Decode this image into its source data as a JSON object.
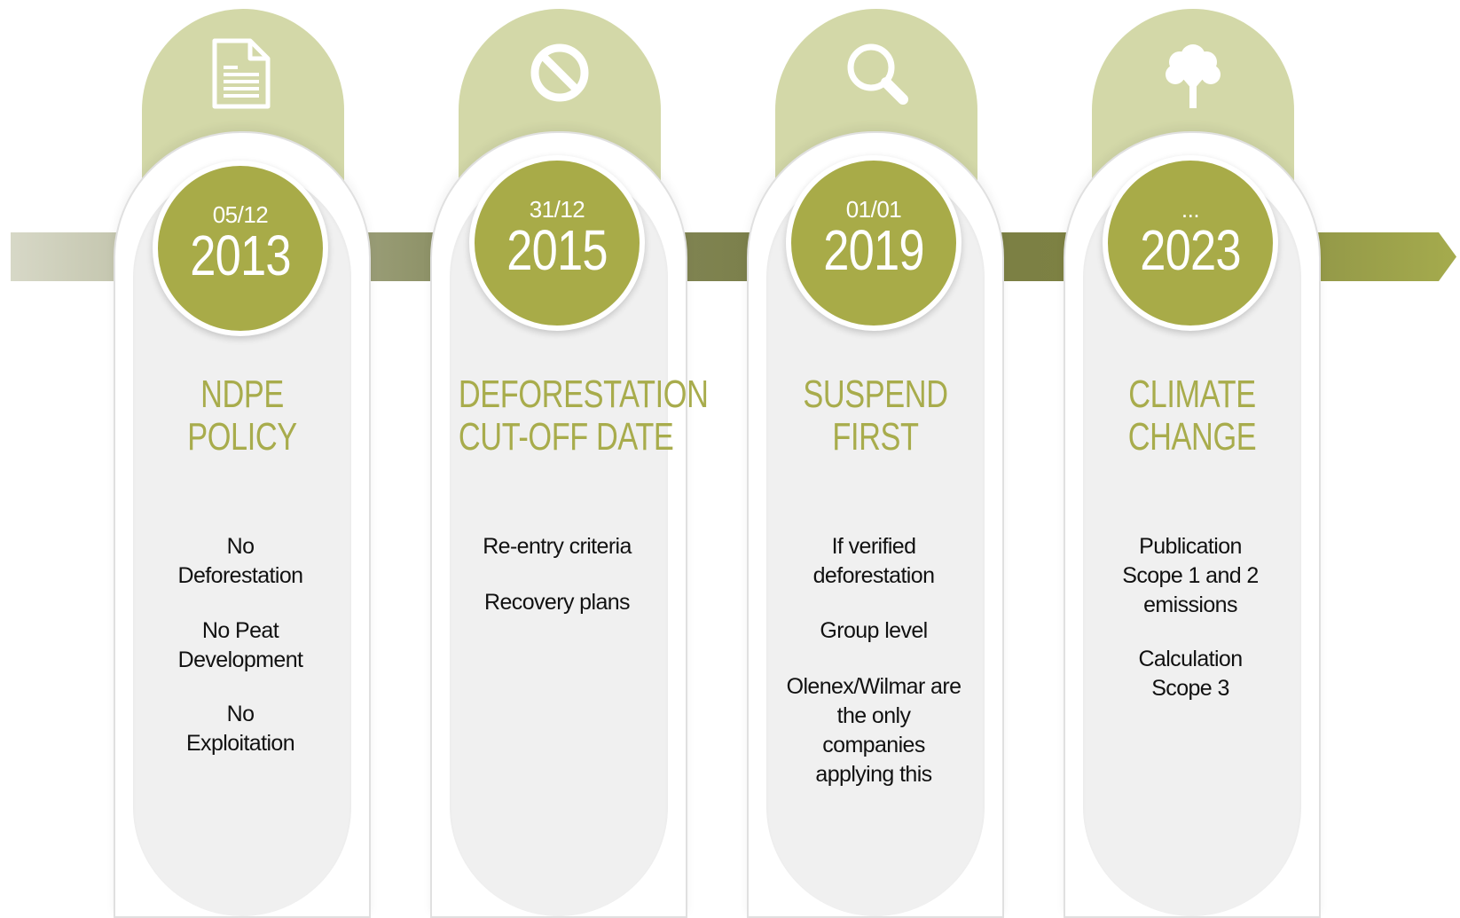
{
  "colors": {
    "olive": "#a8ab48",
    "tab": "#d3d8a8",
    "title": "#a8ac4c"
  },
  "milestones": [
    {
      "icon": "document-icon",
      "date": "05/12",
      "year": "2013",
      "title_lines": [
        "NDPE",
        "POLICY"
      ],
      "items": [
        "No\nDeforestation",
        "No Peat\nDevelopment",
        "No\nExploitation"
      ]
    },
    {
      "icon": "prohibited-icon",
      "date": "31/12",
      "year": "2015",
      "title_lines": [
        "DEFORESTATION",
        "CUT-OFF DATE"
      ],
      "items": [
        "Re-entry criteria",
        "Recovery plans"
      ]
    },
    {
      "icon": "magnifier-icon",
      "date": "01/01",
      "year": "2019",
      "title_lines": [
        "SUSPEND",
        "FIRST"
      ],
      "items": [
        "If verified\ndeforestation",
        "Group level",
        "Olenex/Wilmar are\nthe only\ncompanies\napplying this"
      ]
    },
    {
      "icon": "tree-icon",
      "date": "...",
      "year": "2023",
      "title_lines": [
        "CLIMATE",
        "CHANGE"
      ],
      "items": [
        "Publication\nScope 1 and 2\nemissions",
        "Calculation\nScope 3"
      ]
    }
  ]
}
